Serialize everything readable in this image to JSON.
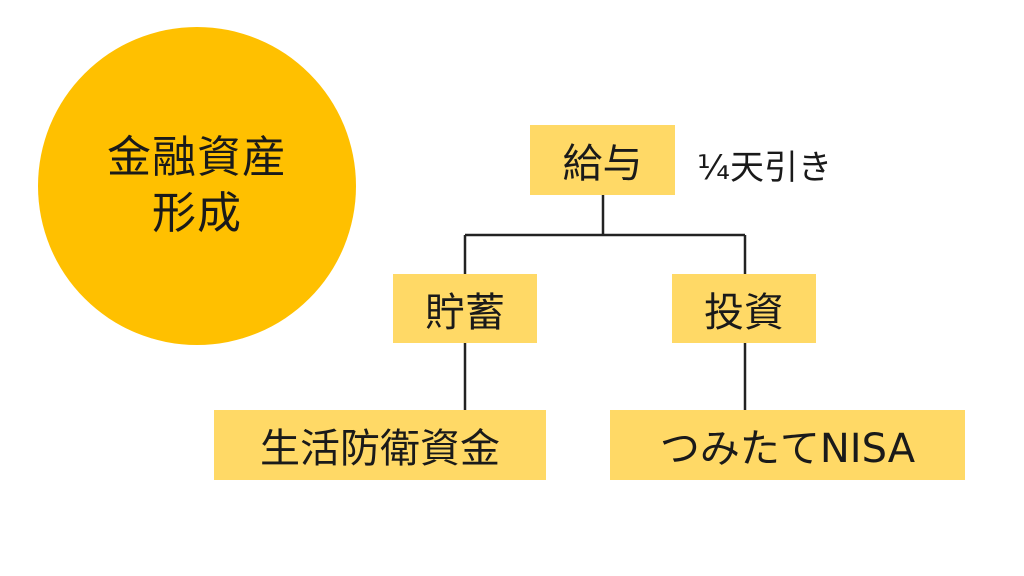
{
  "title": {
    "line1": "金融資産",
    "line2": "形成"
  },
  "nodes": {
    "salary": "給与",
    "savings": "貯蓄",
    "investment": "投資",
    "emergency_fund": "生活防衛資金",
    "tsumitate_nisa": "つみたてNISA"
  },
  "salary_note": "¼天引き",
  "colors": {
    "circle": "#FFC000",
    "box": "#FFD966",
    "line": "#222222"
  }
}
